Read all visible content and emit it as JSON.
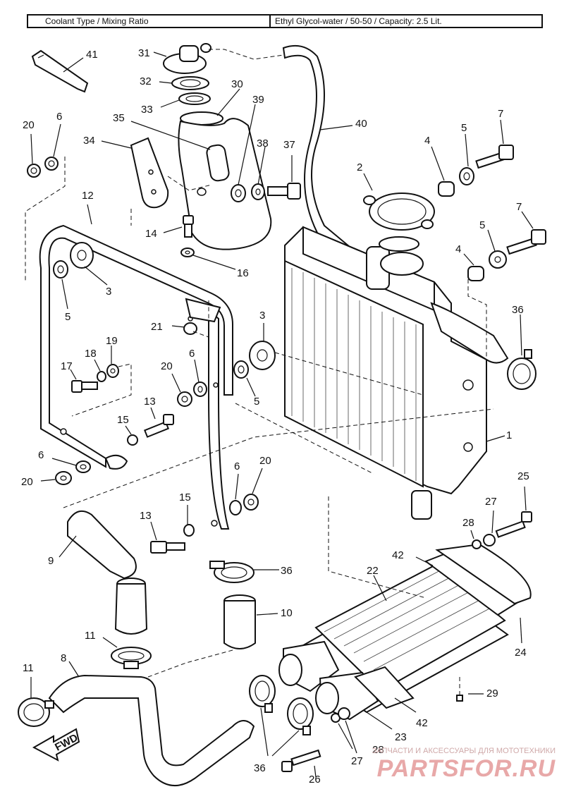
{
  "header": {
    "left": "Coolant Type / Mixing Ratio",
    "right": "Ethyl Glycol-water / 50-50 / Capacity: 2.5 Lit."
  },
  "fwd_label": "FWD",
  "callouts": [
    {
      "id": "c41a",
      "text": "41"
    },
    {
      "id": "c31",
      "text": "31"
    },
    {
      "id": "c32",
      "text": "32"
    },
    {
      "id": "c33",
      "text": "33"
    },
    {
      "id": "c30",
      "text": "30"
    },
    {
      "id": "c39",
      "text": "39"
    },
    {
      "id": "c35",
      "text": "35"
    },
    {
      "id": "c34",
      "text": "34"
    },
    {
      "id": "c38",
      "text": "38"
    },
    {
      "id": "c37",
      "text": "37"
    },
    {
      "id": "c40",
      "text": "40"
    },
    {
      "id": "c20a",
      "text": "20"
    },
    {
      "id": "c6a",
      "text": "6"
    },
    {
      "id": "c12",
      "text": "12"
    },
    {
      "id": "c7a",
      "text": "7"
    },
    {
      "id": "c5a",
      "text": "5"
    },
    {
      "id": "c4a",
      "text": "4"
    },
    {
      "id": "c2",
      "text": "2"
    },
    {
      "id": "c14",
      "text": "14"
    },
    {
      "id": "c16",
      "text": "16"
    },
    {
      "id": "c7b",
      "text": "7"
    },
    {
      "id": "c5b",
      "text": "5"
    },
    {
      "id": "c4b",
      "text": "4"
    },
    {
      "id": "c3a",
      "text": "3"
    },
    {
      "id": "c5c",
      "text": "5"
    },
    {
      "id": "c21",
      "text": "21"
    },
    {
      "id": "c3b",
      "text": "3"
    },
    {
      "id": "c36a",
      "text": "36"
    },
    {
      "id": "c19",
      "text": "19"
    },
    {
      "id": "c18",
      "text": "18"
    },
    {
      "id": "c17",
      "text": "17"
    },
    {
      "id": "c20b",
      "text": "20"
    },
    {
      "id": "c6b",
      "text": "6"
    },
    {
      "id": "c5d",
      "text": "5"
    },
    {
      "id": "c13a",
      "text": "13"
    },
    {
      "id": "c15a",
      "text": "15"
    },
    {
      "id": "c1",
      "text": "1"
    },
    {
      "id": "c6c",
      "text": "6"
    },
    {
      "id": "c20c",
      "text": "20"
    },
    {
      "id": "c6d",
      "text": "6"
    },
    {
      "id": "c20d",
      "text": "20"
    },
    {
      "id": "c25",
      "text": "25"
    },
    {
      "id": "c13b",
      "text": "13"
    },
    {
      "id": "c15b",
      "text": "15"
    },
    {
      "id": "c27a",
      "text": "27"
    },
    {
      "id": "c28a",
      "text": "28"
    },
    {
      "id": "c9",
      "text": "9"
    },
    {
      "id": "c42a",
      "text": "42"
    },
    {
      "id": "c36b",
      "text": "36"
    },
    {
      "id": "c22",
      "text": "22"
    },
    {
      "id": "c10",
      "text": "10"
    },
    {
      "id": "c24",
      "text": "24"
    },
    {
      "id": "c11a",
      "text": "11"
    },
    {
      "id": "c8",
      "text": "8"
    },
    {
      "id": "c11b",
      "text": "11"
    },
    {
      "id": "c29",
      "text": "29"
    },
    {
      "id": "c42b",
      "text": "42"
    },
    {
      "id": "c23",
      "text": "23"
    },
    {
      "id": "c28b",
      "text": "28"
    },
    {
      "id": "c36c",
      "text": "36"
    },
    {
      "id": "c27b",
      "text": "27"
    },
    {
      "id": "c26",
      "text": "26"
    }
  ],
  "watermark": {
    "small": "ЗАПЧАСТИ И АКСЕССУАРЫ ДЛЯ МОТОТЕХНИКИ",
    "big": "PARTSFOR.RU"
  }
}
